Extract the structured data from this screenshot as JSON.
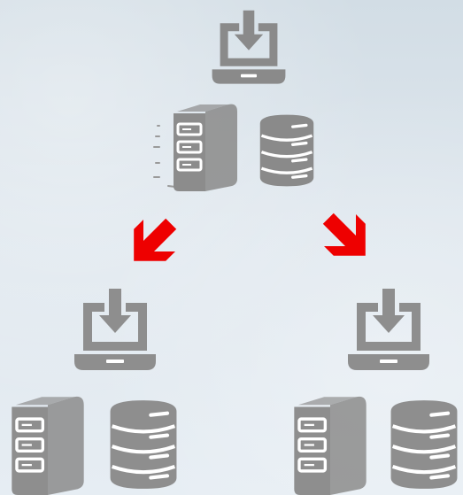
{
  "colors": {
    "background": "#dde6ee",
    "icon_gray": "#8a8a8a",
    "icon_gray_light": "#8f8f8f",
    "arrow_red": "#ee0000",
    "detail_white": "#ffffff"
  },
  "nodes": [
    {
      "id": "top",
      "icons": [
        "laptop-download-icon",
        "server-rack-icon",
        "database-icon"
      ],
      "has_motion_lines": true
    },
    {
      "id": "bottom-left",
      "icons": [
        "laptop-download-icon",
        "server-rack-icon",
        "database-icon"
      ],
      "has_motion_lines": false
    },
    {
      "id": "bottom-right",
      "icons": [
        "laptop-download-icon",
        "server-rack-icon",
        "database-icon"
      ],
      "has_motion_lines": false
    }
  ],
  "arrows": [
    {
      "id": "arrow-down-left",
      "direction": "down-left",
      "icon": "arrow-down-left-icon"
    },
    {
      "id": "arrow-down-right",
      "direction": "down-right",
      "icon": "arrow-down-right-icon"
    }
  ]
}
